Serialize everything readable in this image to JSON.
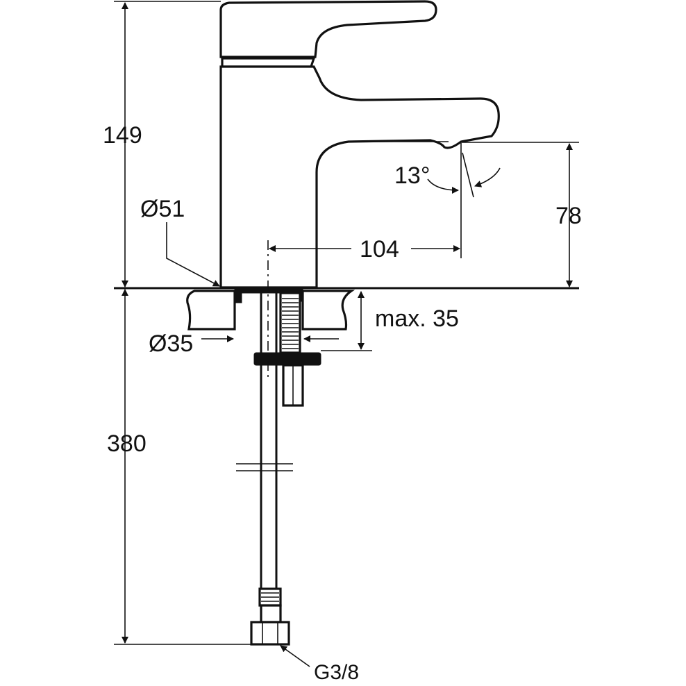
{
  "diagram": {
    "labels": {
      "height_total": "149",
      "spout_height": "78",
      "spout_reach": "104",
      "spout_angle": "13°",
      "base_diameter": "Ø51",
      "hole_diameter": "Ø35",
      "max_thickness": "max. 35",
      "hose_length": "380",
      "connection": "G3/8"
    },
    "colors": {
      "line": "#111111",
      "background": "#ffffff"
    }
  }
}
